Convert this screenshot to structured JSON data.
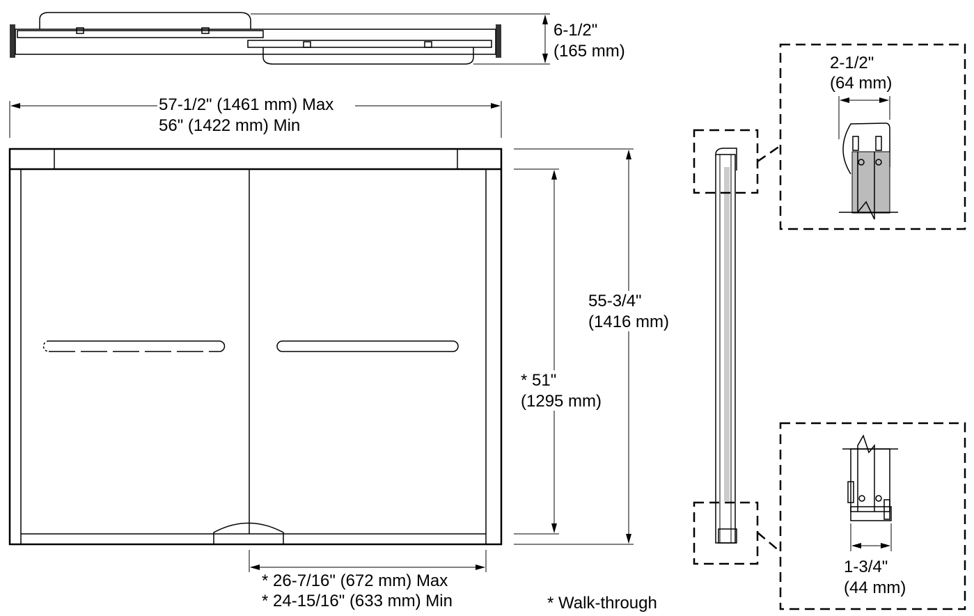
{
  "top_view": {
    "depth_in": "6-1/2\"",
    "depth_mm": "(165 mm)"
  },
  "front_view": {
    "width_max": "57-1/2\" (1461 mm) Max",
    "width_min": "56\" (1422 mm) Min",
    "height_in": "55-3/4\"",
    "height_mm": "(1416 mm)",
    "opening_height_in": "* 51\"",
    "opening_height_mm": "(1295 mm)",
    "opening_width_max": "* 26-7/16\" (672 mm) Max",
    "opening_width_min": "* 24-15/16\" (633 mm) Min"
  },
  "footnote": "* Walk-through",
  "detail_top": {
    "width_in": "2-1/2\"",
    "width_mm": "(64 mm)"
  },
  "detail_bottom": {
    "width_in": "1-3/4\"",
    "width_mm": "(44 mm)"
  }
}
